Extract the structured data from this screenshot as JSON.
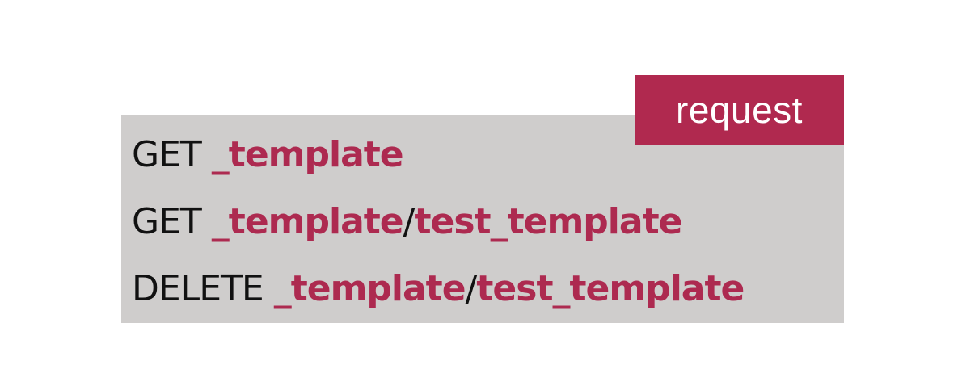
{
  "badge": {
    "label": "request"
  },
  "lines": [
    {
      "method": "GET",
      "path": "_template",
      "sep": "",
      "name": ""
    },
    {
      "method": "GET",
      "path": "_template",
      "sep": "/",
      "name": "test_template"
    },
    {
      "method": "DELETE",
      "path": "_template",
      "sep": "/",
      "name": "test_template"
    }
  ],
  "colors": {
    "accent": "#b0294f",
    "panel": "#cfcdcc",
    "text": "#111111"
  }
}
